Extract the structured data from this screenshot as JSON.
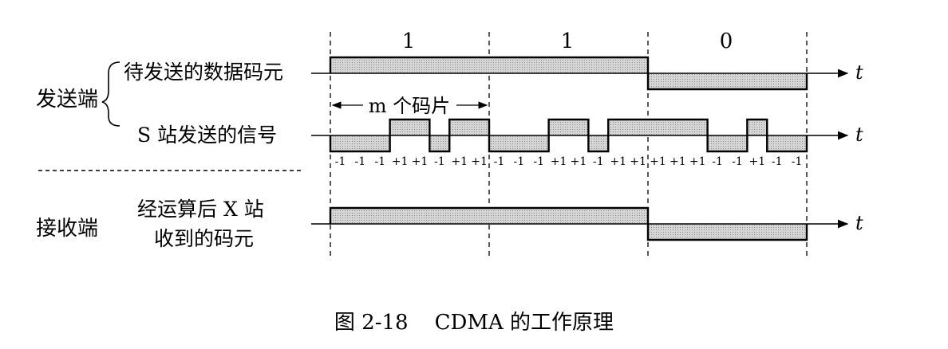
{
  "sender_label": "发送端",
  "receiver_label": "接收端",
  "rows": {
    "data_bits": {
      "label": "待发送的数据码元",
      "levels": [
        1,
        1,
        -1
      ],
      "axis_label": "t"
    },
    "s_signal": {
      "label": "S 站发送的信号",
      "axis_label": "t"
    },
    "received": {
      "label_line1": "经运算后 X 站",
      "label_line2": "收到的码元",
      "levels": [
        1,
        1,
        -1
      ],
      "axis_label": "t"
    }
  },
  "bit_values": [
    "1",
    "1",
    "0"
  ],
  "chip_span_label": "m 个码片",
  "chips": [
    "-1",
    "-1",
    "-1",
    "+1",
    "+1",
    "-1",
    "+1",
    "+1",
    "-1",
    "-1",
    "-1",
    "+1",
    "+1",
    "-1",
    "+1",
    "+1",
    "+1",
    "+1",
    "+1",
    "-1",
    "-1",
    "+1",
    "-1",
    "-1"
  ],
  "caption": "图 2-18    CDMA 的工作原理",
  "colors": {
    "fill": "#c8c8c8",
    "ink": "#000000"
  }
}
